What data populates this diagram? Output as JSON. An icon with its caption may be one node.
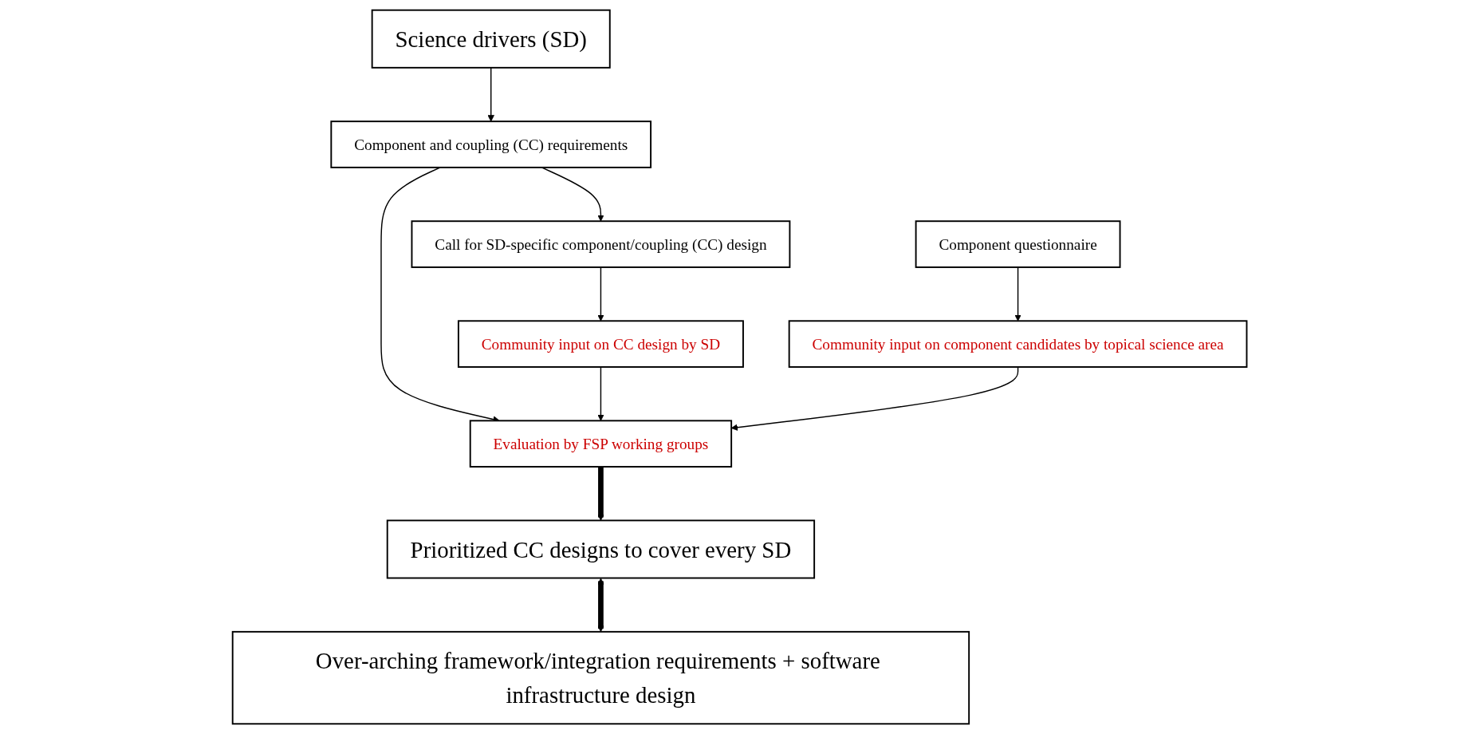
{
  "diagram": {
    "nodes": [
      {
        "text": [
          "Science drivers (SD)"
        ]
      },
      {
        "text": [
          "Call for SD-specific component/coupling (CC) design"
        ]
      },
      {
        "text": [
          "Component and coupling (CC) requirements"
        ]
      },
      {
        "text": [
          "Component questionnaire"
        ]
      },
      {
        "text": [
          "Community input on CC design by SD"
        ]
      },
      {
        "text": [
          "Evaluation by FSP working groups"
        ]
      },
      {
        "text": [
          "Community input on component candidates by topical science area"
        ]
      },
      {
        "text": [
          "Prioritized CC designs to cover every SD"
        ]
      },
      {
        "text": [
          "Over-arching framework/integration requirements + software infrastructure design"
        ]
      }
    ],
    "edges": [
      {
        "from": 0,
        "to": 2,
        "arrow": "to"
      },
      {
        "from": 2,
        "to": 1,
        "arrow": "to"
      },
      {
        "from": 1,
        "to": 4,
        "arrow": "to"
      },
      {
        "from": 2,
        "to": 5,
        "arrow": "to"
      },
      {
        "from": 3,
        "to": 6,
        "arrow": "to"
      },
      {
        "from": 4,
        "to": 5,
        "arrow": "to"
      },
      {
        "from": 6,
        "to": 5,
        "arrow": "to"
      },
      {
        "from": 5,
        "to": 7,
        "arrow": "to",
        "style": "thick"
      },
      {
        "from": 7,
        "to": 8,
        "arrow": "both",
        "style": "thick"
      }
    ]
  }
}
